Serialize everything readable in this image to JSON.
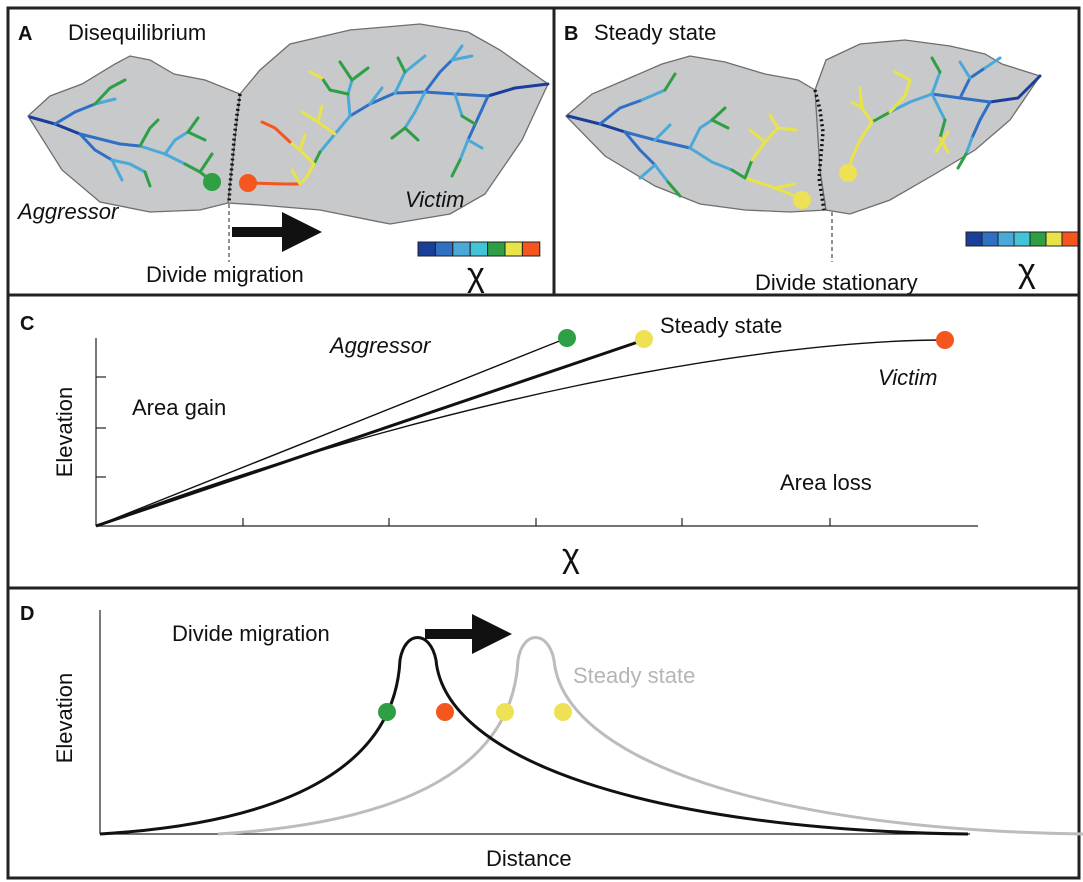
{
  "colors": {
    "scale": [
      "#1a3f99",
      "#2f6fc4",
      "#4aa9d8",
      "#43c3d8",
      "#2e9f45",
      "#e8e447",
      "#f4561e"
    ],
    "aggressor_dot": "#2e9f45",
    "victim_dot": "#f4561e",
    "steady_dot": "#eee155",
    "basin_fill": "#c8c9cb",
    "steady_curve": "#bcbcbc"
  },
  "panel_a": {
    "letter": "A",
    "title": "Disequilibrium",
    "aggressor": "Aggressor",
    "victim": "Victim",
    "divide_label": "Divide migration",
    "scale_symbol": "χ"
  },
  "panel_b": {
    "letter": "B",
    "title": "Steady state",
    "divide_label": "Divide stationary",
    "scale_symbol": "χ"
  },
  "panel_c": {
    "letter": "C",
    "ylabel": "Elevation",
    "xlabel": "χ",
    "aggressor": "Aggressor",
    "steady": "Steady state",
    "victim": "Victim",
    "area_gain": "Area gain",
    "area_loss": "Area loss"
  },
  "panel_d": {
    "letter": "D",
    "ylabel": "Elevation",
    "xlabel": "Distance",
    "migration": "Divide migration",
    "steady": "Steady state"
  }
}
